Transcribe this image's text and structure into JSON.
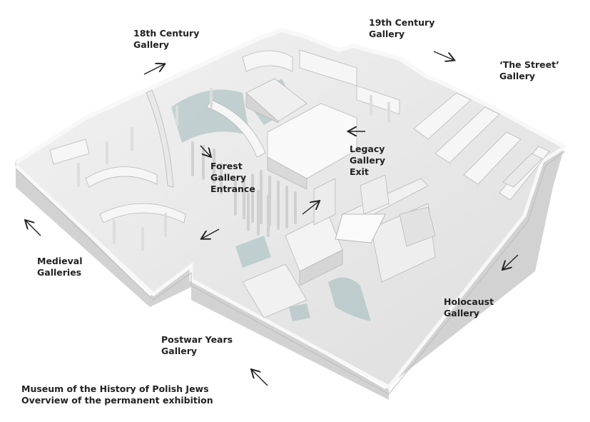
{
  "colors": {
    "wall_top": "#f4f4f4",
    "wall_face": "#dcdcdc",
    "floor": "#ebebeb",
    "shadow": "#c9c9c9",
    "glass": "#9fb9bb",
    "label": "#222222"
  },
  "labels": {
    "gallery_18th": [
      "18th Century",
      "Gallery"
    ],
    "gallery_19th": [
      "19th Century",
      "Gallery"
    ],
    "street": [
      "‘The Street’",
      "Gallery"
    ],
    "forest": [
      "Forest",
      "Gallery",
      "Entrance"
    ],
    "legacy": [
      "Legacy",
      "Gallery",
      "Exit"
    ],
    "medieval": [
      "Medieval",
      "Galleries"
    ],
    "holocaust": [
      "Holocaust",
      "Gallery"
    ],
    "postwar": [
      "Postwar Years",
      "Gallery"
    ]
  },
  "caption": {
    "line1": "Museum of the History of Polish Jews",
    "line2": "Overview of the permanent exhibition"
  },
  "arrows": [
    "arrow-icon",
    "arrow-icon",
    "arrow-icon",
    "arrow-icon",
    "arrow-icon",
    "arrow-icon",
    "arrow-icon",
    "arrow-icon",
    "arrow-icon",
    "arrow-icon"
  ]
}
